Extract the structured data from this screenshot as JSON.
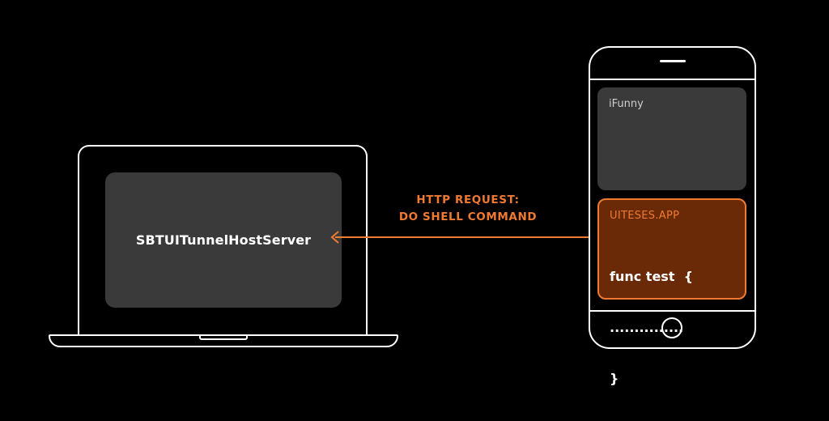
{
  "colors": {
    "background": "#000000",
    "outline": "#ffffff",
    "accent": "#f07a32",
    "card": "#3a3a3a",
    "test_card_fill": "#6a2a08"
  },
  "laptop": {
    "screen_label": "SBTUITunnelHostServer"
  },
  "request": {
    "line1": "HTTP REQUEST:",
    "line2": "DO SHELL COMMAND"
  },
  "phone": {
    "app_label": "iFunny",
    "test_app_label": "UITESES.APP",
    "code_line1": "func test  {",
    "code_line2": "...............",
    "code_line3": "}"
  }
}
